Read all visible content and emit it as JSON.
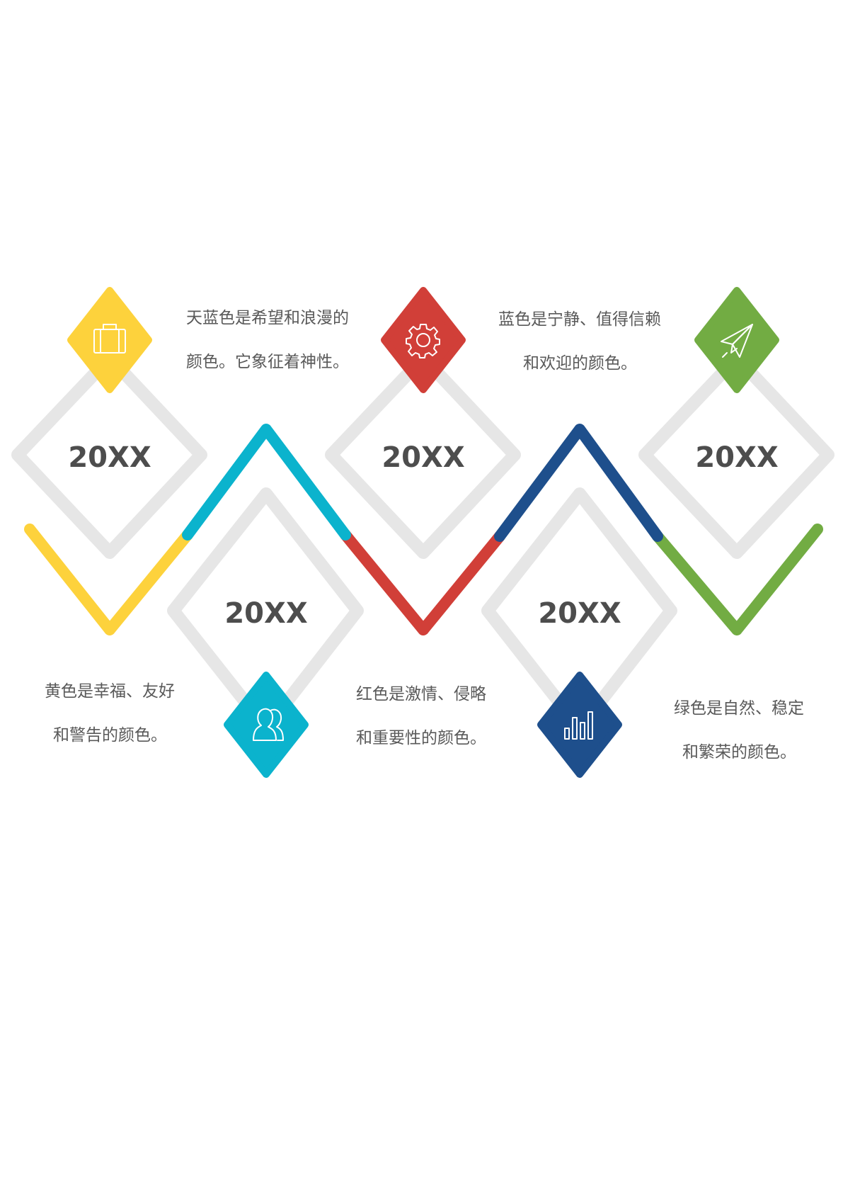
{
  "colors": {
    "frame": "#e6e6e6",
    "yellow": "#fdd23c",
    "cyan": "#0bb3cd",
    "red": "#d13f38",
    "navy": "#1e4f8c",
    "green": "#72ac43",
    "year_text": "#4d4d4d",
    "desc_text": "#595959"
  },
  "items": [
    {
      "year": "20XX",
      "color": "#fdd23c",
      "icon": "suitcase-icon",
      "desc": [
        "黄色是幸福、友好",
        "和警告的颜色。"
      ]
    },
    {
      "year": "20XX",
      "color": "#0bb3cd",
      "icon": "users-icon",
      "desc": [
        "天蓝色是希望和浪漫的",
        "颜色。它象征着神性。"
      ]
    },
    {
      "year": "20XX",
      "color": "#d13f38",
      "icon": "gear-icon",
      "desc": [
        "红色是激情、侵略",
        "和重要性的颜色。"
      ]
    },
    {
      "year": "20XX",
      "color": "#1e4f8c",
      "icon": "bar-chart-icon",
      "desc": [
        "蓝色是宁静、值得信赖",
        "和欢迎的颜色。"
      ]
    },
    {
      "year": "20XX",
      "color": "#72ac43",
      "icon": "paper-plane-icon",
      "desc": [
        "绿色是自然、稳定",
        "和繁荣的颜色。"
      ]
    }
  ]
}
